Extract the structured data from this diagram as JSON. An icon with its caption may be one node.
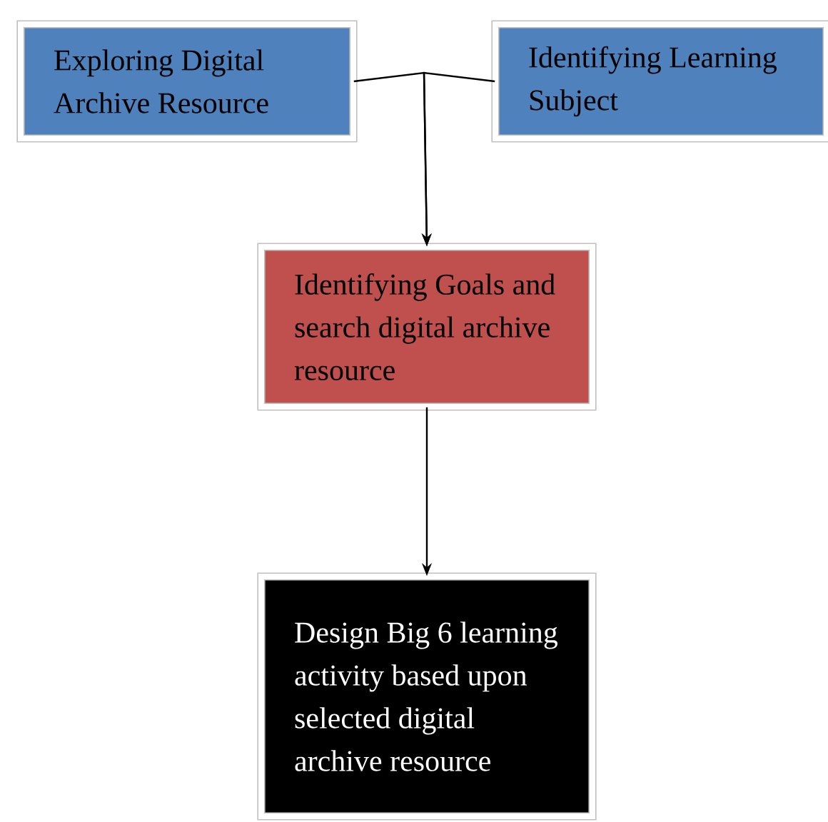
{
  "diagram": {
    "nodes": [
      {
        "text": [
          "Exploring Digital Archive Resource"
        ]
      },
      {
        "text": [
          "Identifying Learning Subject"
        ]
      },
      {
        "text": [
          "Identifying Goals and search digital archive resource"
        ]
      },
      {
        "text": [
          "Design Big 6 learning activity based upon selected digital archive resource"
        ]
      }
    ],
    "edges": [
      {
        "from": 0,
        "to": 2,
        "arrow": "to"
      },
      {
        "from": 1,
        "to": 2,
        "arrow": "to"
      },
      {
        "from": 2,
        "to": 3,
        "arrow": "to"
      }
    ]
  }
}
